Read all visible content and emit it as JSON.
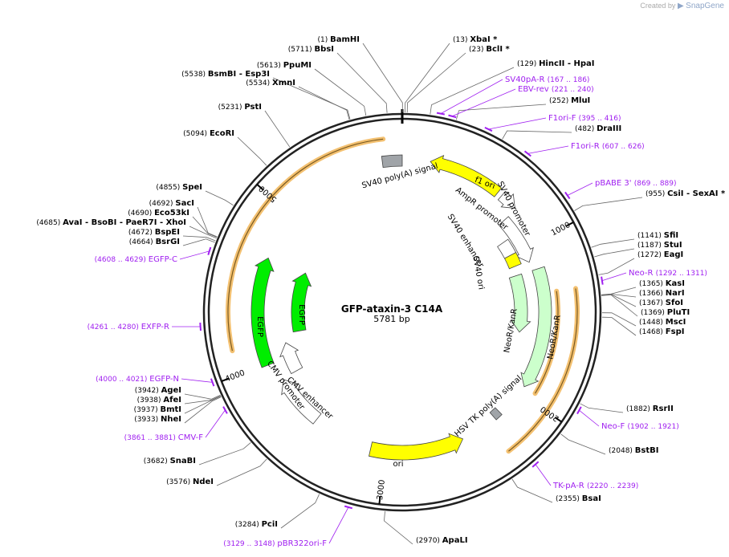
{
  "app": {
    "credit": "Created by",
    "brand": "SnapGene"
  },
  "plasmid": {
    "name": "GFP-ataxin-3 C14A",
    "length_label": "5781 bp",
    "length": 5781
  },
  "colors": {
    "backbone": "#222222",
    "feature_yellow": "#ffff00",
    "feature_green": "#00ee00",
    "feature_light_green": "#ccffcc",
    "promoter_fill": "#ffffff",
    "polya_fill": "#a0a4a8",
    "primer": "#a020f0",
    "orf_highlight": "#f3c070",
    "site_line": "#666666"
  },
  "tick_marks": [
    {
      "pos": 1000,
      "label": "1000"
    },
    {
      "pos": 2000,
      "label": "2000"
    },
    {
      "pos": 3000,
      "label": "3000"
    },
    {
      "pos": 4000,
      "label": "4000"
    },
    {
      "pos": 5000,
      "label": "5000"
    }
  ],
  "features": [
    {
      "name": "f1 ori",
      "label": "f1 ori",
      "type": "ori",
      "start": 170,
      "end": 620,
      "strand": -1
    },
    {
      "name": "AmpR promoter",
      "label": "AmpR promoter",
      "type": "promoter",
      "start": 650,
      "end": 760,
      "strand": 1
    },
    {
      "name": "SV40 promoter",
      "label": "SV40 promoter",
      "type": "promoter",
      "start": 770,
      "end": 1100,
      "strand": 1
    },
    {
      "name": "SV40 enhancer",
      "label": "SV40 enhancer",
      "type": "enhancer",
      "start": 890,
      "end": 1000,
      "strand": 0
    },
    {
      "name": "SV40 ori",
      "label": "SV40 ori",
      "type": "ori_small",
      "start": 1000,
      "end": 1090,
      "strand": 0
    },
    {
      "name": "NeoR/KanR outer",
      "label": "NeoR/KanR",
      "type": "cds_light",
      "start": 1160,
      "end": 1950,
      "strand": 1
    },
    {
      "name": "NeoR/KanR inner",
      "label": "NeoR/KanR",
      "type": "cds_light",
      "start": 1160,
      "end": 1600,
      "strand": 1
    },
    {
      "name": "HSV TK poly(A) signal",
      "label": "HSV TK poly(A) signal",
      "type": "polya",
      "start": 2180,
      "end": 2230,
      "strand": 0
    },
    {
      "name": "ori",
      "label": "ori",
      "type": "ori",
      "start": 2480,
      "end": 3100,
      "strand": -1
    },
    {
      "name": "CMV promoter",
      "label": "CMV promoter",
      "type": "promoter",
      "start": 3870,
      "end": 4100,
      "strand": 1
    },
    {
      "name": "CMV enhancer",
      "label": "CMV enhancer",
      "type": "promoter",
      "start": 3510,
      "end": 3860,
      "strand": 1
    },
    {
      "name": "EGFP outer",
      "label": "EGFP",
      "type": "cds",
      "start": 3990,
      "end": 4690,
      "strand": 1
    },
    {
      "name": "EGFP inner",
      "label": "EGFP",
      "type": "cds",
      "start": 4170,
      "end": 4690,
      "strand": 1
    },
    {
      "name": "SV40 poly(A) signal",
      "label": "SV40 poly(A) signal",
      "type": "polya",
      "start": 5660,
      "end": 5781,
      "strand": 0
    }
  ],
  "orf_arcs": [
    {
      "name": "orf-a",
      "start": 4130,
      "end": 5680
    },
    {
      "name": "orf-b",
      "start": 1320,
      "end": 2290
    },
    {
      "name": "orf-c",
      "start": 1320,
      "end": 1950
    }
  ],
  "sites": [
    {
      "id": "bamhi",
      "num": "(1)",
      "name": "BamHI",
      "pos": 1
    },
    {
      "id": "bbsi",
      "num": "(5711)",
      "name": "BbsI",
      "pos": 5711
    },
    {
      "id": "xbai",
      "num": "(13)",
      "name": "XbaI *",
      "pos": 13
    },
    {
      "id": "bcli",
      "num": "(23)",
      "name": "BclI *",
      "pos": 23
    },
    {
      "id": "ppumi",
      "num": "(5613)",
      "name": "PpuMI",
      "pos": 5613
    },
    {
      "id": "bsmbi",
      "num": "(5538)",
      "name": "BsmBI   - Esp3I",
      "pos": 5538
    },
    {
      "id": "xmni",
      "num": "(5534)",
      "name": "XmnI",
      "pos": 5534
    },
    {
      "id": "hincii",
      "num": "(129)",
      "name": "HincII  - HpaI",
      "pos": 129
    },
    {
      "id": "mlui",
      "num": "(252)",
      "name": "MluI",
      "pos": 252
    },
    {
      "id": "psti",
      "num": "(5231)",
      "name": "PstI",
      "pos": 5231
    },
    {
      "id": "draiii",
      "num": "(482)",
      "name": "DraIII",
      "pos": 482
    },
    {
      "id": "ecori",
      "num": "(5094)",
      "name": "EcoRI",
      "pos": 5094
    },
    {
      "id": "csii",
      "num": "(955)",
      "name": "CsiI  - SexAI *",
      "pos": 955
    },
    {
      "id": "spei",
      "num": "(4855)",
      "name": "SpeI",
      "pos": 4855
    },
    {
      "id": "saci",
      "num": "(4692)",
      "name": "SacI",
      "pos": 4692
    },
    {
      "id": "eco53ki",
      "num": "(4690)",
      "name": "Eco53kI",
      "pos": 4690
    },
    {
      "id": "avai",
      "num": "(4685)",
      "name": "AvaI   - BsoBI   - PaeR7I   - XhoI",
      "pos": 4685
    },
    {
      "id": "bspei",
      "num": "(4672)",
      "name": "BspEI",
      "pos": 4672
    },
    {
      "id": "bsrgi",
      "num": "(4664)",
      "name": "BsrGI",
      "pos": 4664
    },
    {
      "id": "sfii",
      "num": "(1141)",
      "name": "SfiI",
      "pos": 1141
    },
    {
      "id": "stui",
      "num": "(1187)",
      "name": "StuI",
      "pos": 1187
    },
    {
      "id": "eagi",
      "num": "(1272)",
      "name": "EagI",
      "pos": 1272
    },
    {
      "id": "kasi",
      "num": "(1365)",
      "name": "KasI",
      "pos": 1365
    },
    {
      "id": "nari",
      "num": "(1366)",
      "name": "NarI",
      "pos": 1366
    },
    {
      "id": "sfoi",
      "num": "(1367)",
      "name": "SfoI",
      "pos": 1367
    },
    {
      "id": "pluti",
      "num": "(1369)",
      "name": "PluTI",
      "pos": 1369
    },
    {
      "id": "msci",
      "num": "(1448)",
      "name": "MscI",
      "pos": 1448
    },
    {
      "id": "fspi",
      "num": "(1468)",
      "name": "FspI",
      "pos": 1468
    },
    {
      "id": "rsrii",
      "num": "(1882)",
      "name": "RsrII",
      "pos": 1882
    },
    {
      "id": "bstbi",
      "num": "(2048)",
      "name": "BstBI",
      "pos": 2048
    },
    {
      "id": "bsai",
      "num": "(2355)",
      "name": "BsaI",
      "pos": 2355
    },
    {
      "id": "apali",
      "num": "(2970)",
      "name": "ApaLI",
      "pos": 2970
    },
    {
      "id": "pcii",
      "num": "(3284)",
      "name": "PciI",
      "pos": 3284
    },
    {
      "id": "ndei",
      "num": "(3576)",
      "name": "NdeI",
      "pos": 3576
    },
    {
      "id": "snabi",
      "num": "(3682)",
      "name": "SnaBI",
      "pos": 3682
    },
    {
      "id": "nhei",
      "num": "(3933)",
      "name": "NheI",
      "pos": 3933
    },
    {
      "id": "bmti",
      "num": "(3937)",
      "name": "BmtI",
      "pos": 3937
    },
    {
      "id": "afei",
      "num": "(3938)",
      "name": "AfeI",
      "pos": 3938
    },
    {
      "id": "agei",
      "num": "(3942)",
      "name": "AgeI",
      "pos": 3942
    }
  ],
  "primers": [
    {
      "id": "sv40pa-r",
      "name": "SV40pA-R",
      "range": "(167 .. 186)",
      "pos": 176
    },
    {
      "id": "ebv-rev",
      "name": "EBV-rev",
      "range": "(221 .. 240)",
      "pos": 230
    },
    {
      "id": "f1ori-f",
      "name": "F1ori-F",
      "range": "(395 .. 416)",
      "pos": 405
    },
    {
      "id": "f1ori-r",
      "name": "F1ori-R",
      "range": "(607 .. 626)",
      "pos": 616
    },
    {
      "id": "pbabe3",
      "name": "pBABE 3'",
      "range": "(869 .. 889)",
      "pos": 879
    },
    {
      "id": "neo-r",
      "name": "Neo-R",
      "range": "(1292 .. 1311)",
      "pos": 1301
    },
    {
      "id": "neo-f",
      "name": "Neo-F",
      "range": "(1902 .. 1921)",
      "pos": 1911
    },
    {
      "id": "tk-pa-r",
      "name": "TK-pA-R",
      "range": "(2220 .. 2239)",
      "pos": 2229
    },
    {
      "id": "pbr322ori-f",
      "name": "pBR322ori-F",
      "range": "(3129 .. 3148)",
      "pos": 3138
    },
    {
      "id": "cmv-f",
      "name": "CMV-F",
      "range": "(3861 .. 3881)",
      "pos": 3871
    },
    {
      "id": "egfp-n",
      "name": "EGFP-N",
      "range": "(4000 .. 4021)",
      "pos": 4010
    },
    {
      "id": "exfp-r",
      "name": "EXFP-R",
      "range": "(4261 .. 4280)",
      "pos": 4270
    },
    {
      "id": "egfp-c",
      "name": "EGFP-C",
      "range": "(4608 .. 4629)",
      "pos": 4618
    }
  ]
}
